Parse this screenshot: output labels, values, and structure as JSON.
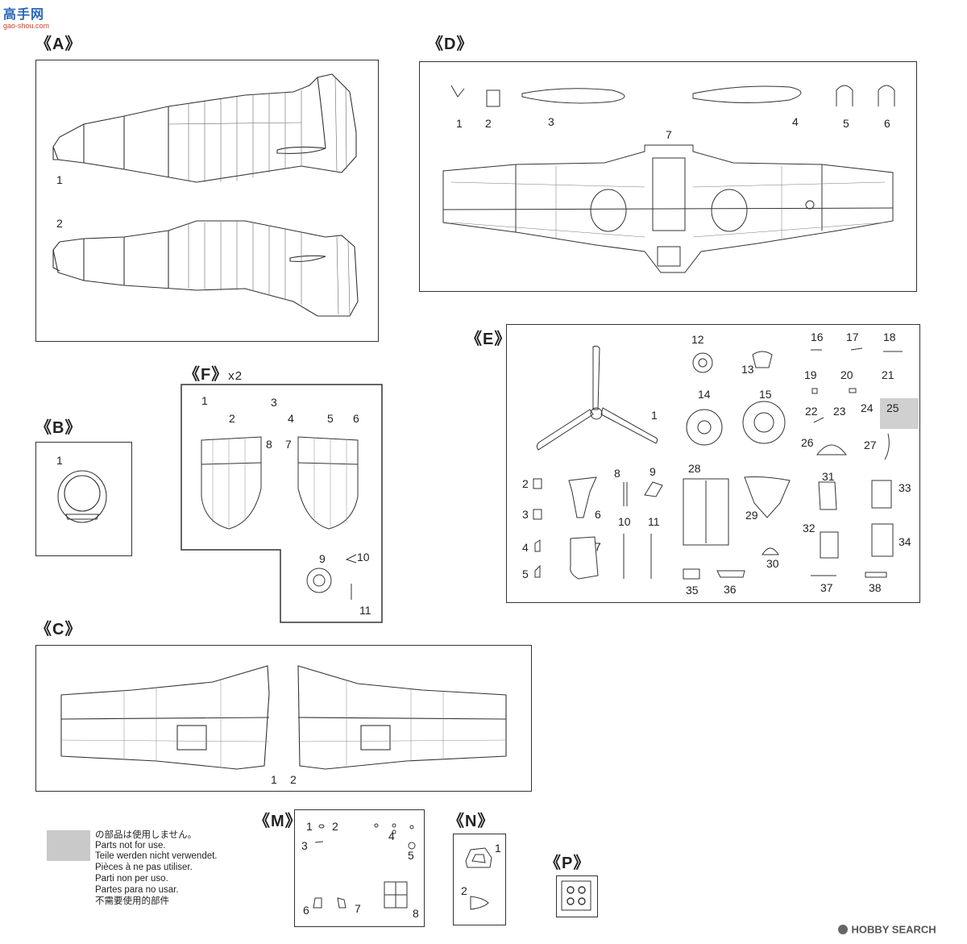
{
  "watermark_top": {
    "glyphs": "高手网",
    "url": "gao-shou.com"
  },
  "watermark_bottom": {
    "text": "HOBBY SEARCH"
  },
  "sections": {
    "A": {
      "label": "《A》",
      "parts": [
        "1",
        "2"
      ]
    },
    "B": {
      "label": "《B》",
      "parts": [
        "1"
      ]
    },
    "C": {
      "label": "《C》",
      "parts": [
        "1",
        "2"
      ]
    },
    "D": {
      "label": "《D》",
      "parts": [
        "1",
        "2",
        "3",
        "4",
        "5",
        "6",
        "7"
      ]
    },
    "E": {
      "label": "《E》",
      "parts": [
        "1",
        "2",
        "3",
        "4",
        "5",
        "6",
        "7",
        "8",
        "9",
        "10",
        "11",
        "12",
        "13",
        "14",
        "15",
        "16",
        "17",
        "18",
        "19",
        "20",
        "21",
        "22",
        "23",
        "24",
        "25",
        "26",
        "27",
        "28",
        "29",
        "30",
        "31",
        "32",
        "33",
        "34",
        "35",
        "36",
        "37",
        "38"
      ]
    },
    "F": {
      "label": "《F》",
      "multiplier": "x2",
      "parts": [
        "1",
        "2",
        "3",
        "4",
        "5",
        "6",
        "7",
        "8",
        "9",
        "10",
        "11"
      ]
    },
    "M": {
      "label": "《M》",
      "parts": [
        "1",
        "2",
        "3",
        "4",
        "5",
        "6",
        "7",
        "8"
      ]
    },
    "N": {
      "label": "《N》",
      "parts": [
        "1",
        "2"
      ]
    },
    "P": {
      "label": "《P》"
    }
  },
  "legend": {
    "swatch_color": "#c9c9c9",
    "lines": [
      "の部品は使用しません。",
      "Parts not for use.",
      "Teile werden nicht verwendet.",
      "Pièces à ne pas utiliser.",
      "Parti non per uso.",
      "Partes para no usar.",
      "不需要使用的部件"
    ]
  }
}
